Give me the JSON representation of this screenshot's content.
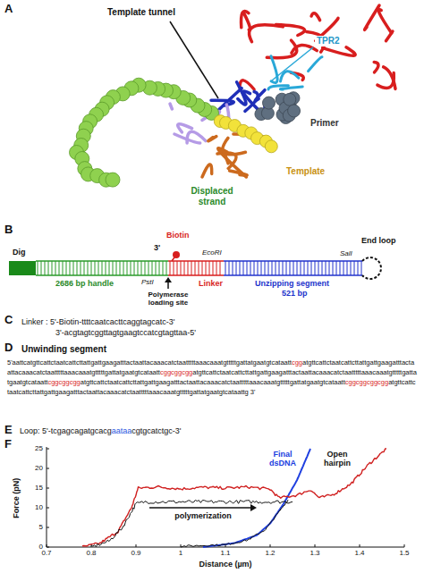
{
  "diagram": {
    "labels": [
      "A",
      "Template tunnel",
      "TPR2",
      "Primer",
      "Template",
      "Displaced strand",
      "B",
      "Biotin",
      "3'",
      "EcoRI",
      "Dig",
      "PstI",
      "SalI",
      "End loop",
      "2686 bp handle",
      "Polymerase loading site",
      "Linker",
      "Unzipping segment",
      "521 bp",
      "C",
      "Linker : 5'-Biotin-ttttcaatcacttcaggtagcatc-3'",
      "3'-acgtagtcggttagtgaagtccatcgtagttaa-5'",
      "D",
      "Unwinding segment",
      "5'aattcatgttcattctaatcattcttattgattgaagatttactaattacaaacatctaatttttaaacaaatgtttttgattatgaatgtcataatt",
      "cgg",
      "atgttcattctaatcattcttattgattgaagatttactaattacaaacatctaatttttaaacaaatgtttttgattatgaatgtcataatt",
      "cggcggcgg",
      "atgttcattctaatcattcttattgattgaagatttactaattacaaacatctaatttttaaacaaatgtttttgattatgaatgtcataatt",
      "cggcggcgg",
      "atgttcattctaatcattcttattgattgaagatttactaattacaaacatctaatttttaaacaaatgtttttgattatgaatgtcataatt",
      "cggcggcggcgg",
      "atgttcattctaatcattcttattgattgaagatttactaattacaaacatctaatttttaaacaaatgtttttgattatgaatgtcataattg 3'",
      "E",
      "Loop: 5'-tcgagcagatgcacg",
      "aataa",
      "cgtgcatctgc-3'",
      "F",
      "0",
      "5",
      "10",
      "15",
      "20",
      "25",
      "0.7",
      "0.8",
      "0.9",
      "1",
      "1.1",
      "1.2",
      "1.3",
      "1.4",
      "1.5",
      "Force (pN)",
      "Distance (µm)",
      "Final dsDNA",
      "Open hairpin",
      "polymerization"
    ]
  }
}
